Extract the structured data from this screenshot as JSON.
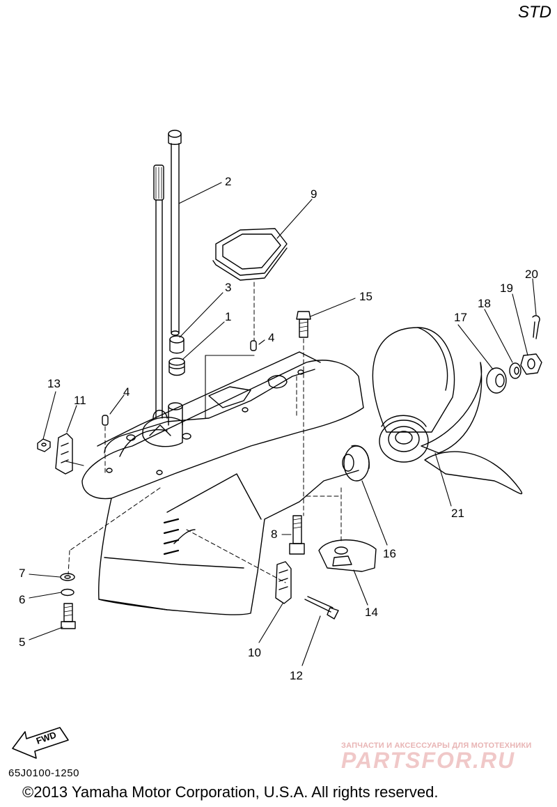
{
  "header": {
    "variant": "STD"
  },
  "callouts": [
    {
      "id": "c1",
      "text": "1"
    },
    {
      "id": "c2",
      "text": "2"
    },
    {
      "id": "c3",
      "text": "3"
    },
    {
      "id": "c4a",
      "text": "4"
    },
    {
      "id": "c4b",
      "text": "4"
    },
    {
      "id": "c5",
      "text": "5"
    },
    {
      "id": "c6",
      "text": "6"
    },
    {
      "id": "c7",
      "text": "7"
    },
    {
      "id": "c8",
      "text": "8"
    },
    {
      "id": "c9",
      "text": "9"
    },
    {
      "id": "c10",
      "text": "10"
    },
    {
      "id": "c11",
      "text": "11"
    },
    {
      "id": "c12",
      "text": "12"
    },
    {
      "id": "c13",
      "text": "13"
    },
    {
      "id": "c14",
      "text": "14"
    },
    {
      "id": "c15",
      "text": "15"
    },
    {
      "id": "c16",
      "text": "16"
    },
    {
      "id": "c17",
      "text": "17"
    },
    {
      "id": "c18",
      "text": "18"
    },
    {
      "id": "c19",
      "text": "19"
    },
    {
      "id": "c20",
      "text": "20"
    },
    {
      "id": "c21",
      "text": "21"
    }
  ],
  "fwd_arrow": {
    "label": "FWD",
    "icon": "fwd-arrow-icon"
  },
  "footer": {
    "diagram_code": "65J0100-1250",
    "copyright": "©2013 Yamaha Motor Corporation, U.S.A. All rights reserved."
  },
  "watermark": {
    "tagline": "ЗАПЧАСТИ И АКСЕССУАРЫ ДЛЯ МОТОТЕХНИКИ",
    "brand": "PARTSFOR.RU"
  }
}
